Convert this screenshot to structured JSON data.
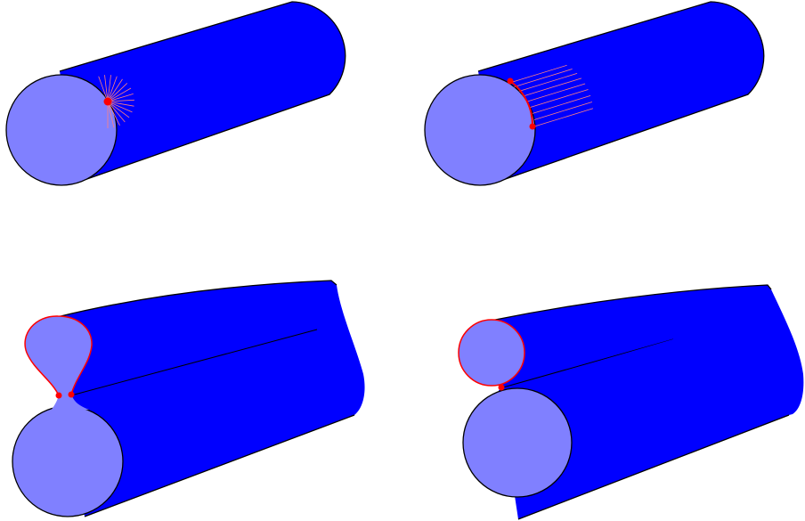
{
  "figure": {
    "panels": [
      {
        "name": "tube-with-point-contact",
        "contact": "point",
        "ray_count": 16
      },
      {
        "name": "tube-with-line-contact",
        "contact": "arc",
        "ray_count": 9
      },
      {
        "name": "pinched-tube",
        "contact": "two-points"
      },
      {
        "name": "two-tubes-touching",
        "contact": "one-point"
      }
    ]
  },
  "colors": {
    "tube_body": "#0000ff",
    "tube_end": "#8080ff",
    "outline": "#000000",
    "contact_curve": "#ff0000",
    "contact_point": "#ff0000",
    "contact_rays": "#ff8080"
  }
}
